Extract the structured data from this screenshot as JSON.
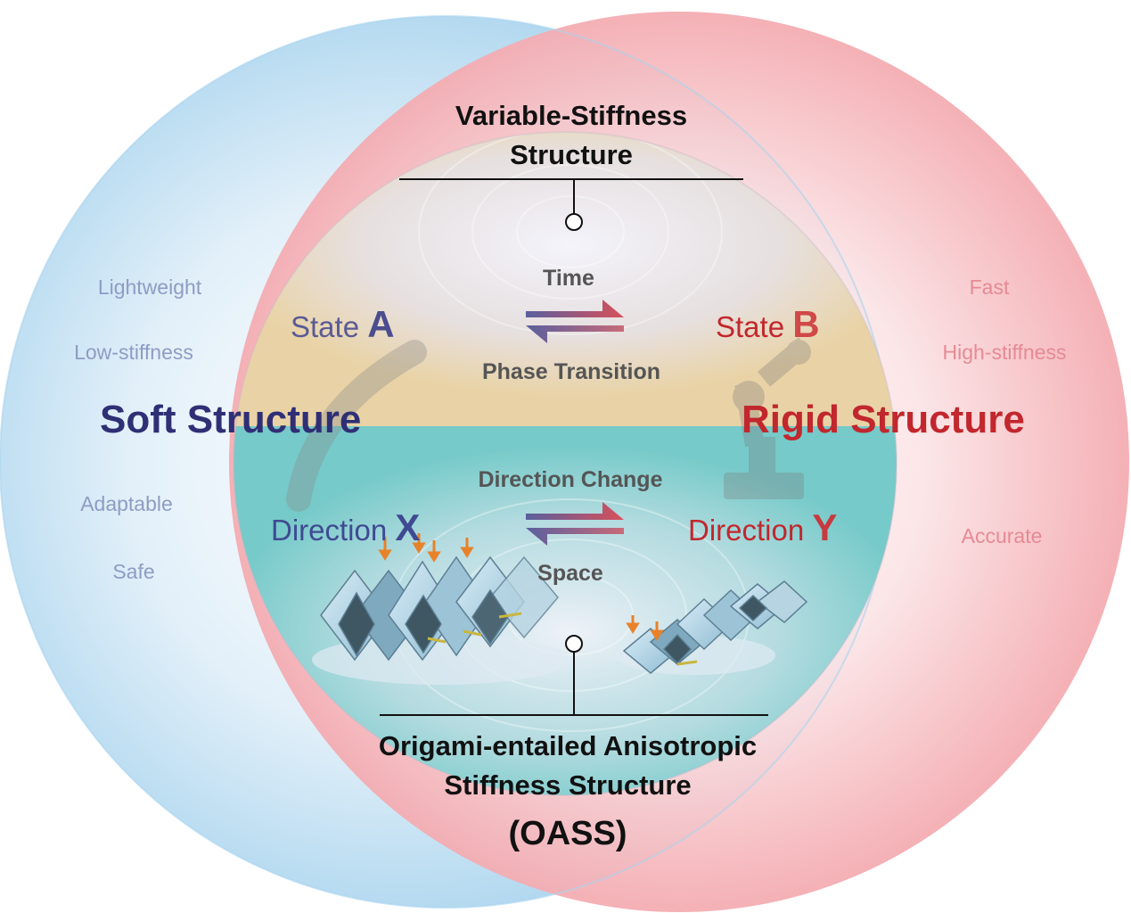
{
  "soft": {
    "title": "Soft Structure",
    "properties": [
      "Lightweight",
      "Low-stiffness",
      "Adaptable",
      "Safe"
    ],
    "color": "#2f2f75"
  },
  "rigid": {
    "title": "Rigid Structure",
    "properties": [
      "Fast",
      "High-stiffness",
      "Accurate"
    ],
    "color": "#c1272d"
  },
  "variable": {
    "title_line1": "Variable-Stiffness",
    "title_line2": "Structure",
    "top_label": "Time",
    "bottom_label": "Phase Transition",
    "state_a_prefix": "State ",
    "state_a_letter": "A",
    "state_b_prefix": "State ",
    "state_b_letter": "B"
  },
  "oass": {
    "top_label": "Direction Change",
    "bottom_label": "Space",
    "dir_x_prefix": "Direction ",
    "dir_x_letter": "X",
    "dir_y_prefix": "Direction ",
    "dir_y_letter": "Y",
    "title_line1": "Origami-entailed Anisotropic",
    "title_line2": "Stiffness Structure",
    "title_line3": "(OASS)"
  },
  "colors": {
    "soft_circle": "#a9d4ee",
    "rigid_circle": "#f2a0a6",
    "upper_band": "#ecd2a4",
    "lower_band": "#7ccdcc"
  }
}
